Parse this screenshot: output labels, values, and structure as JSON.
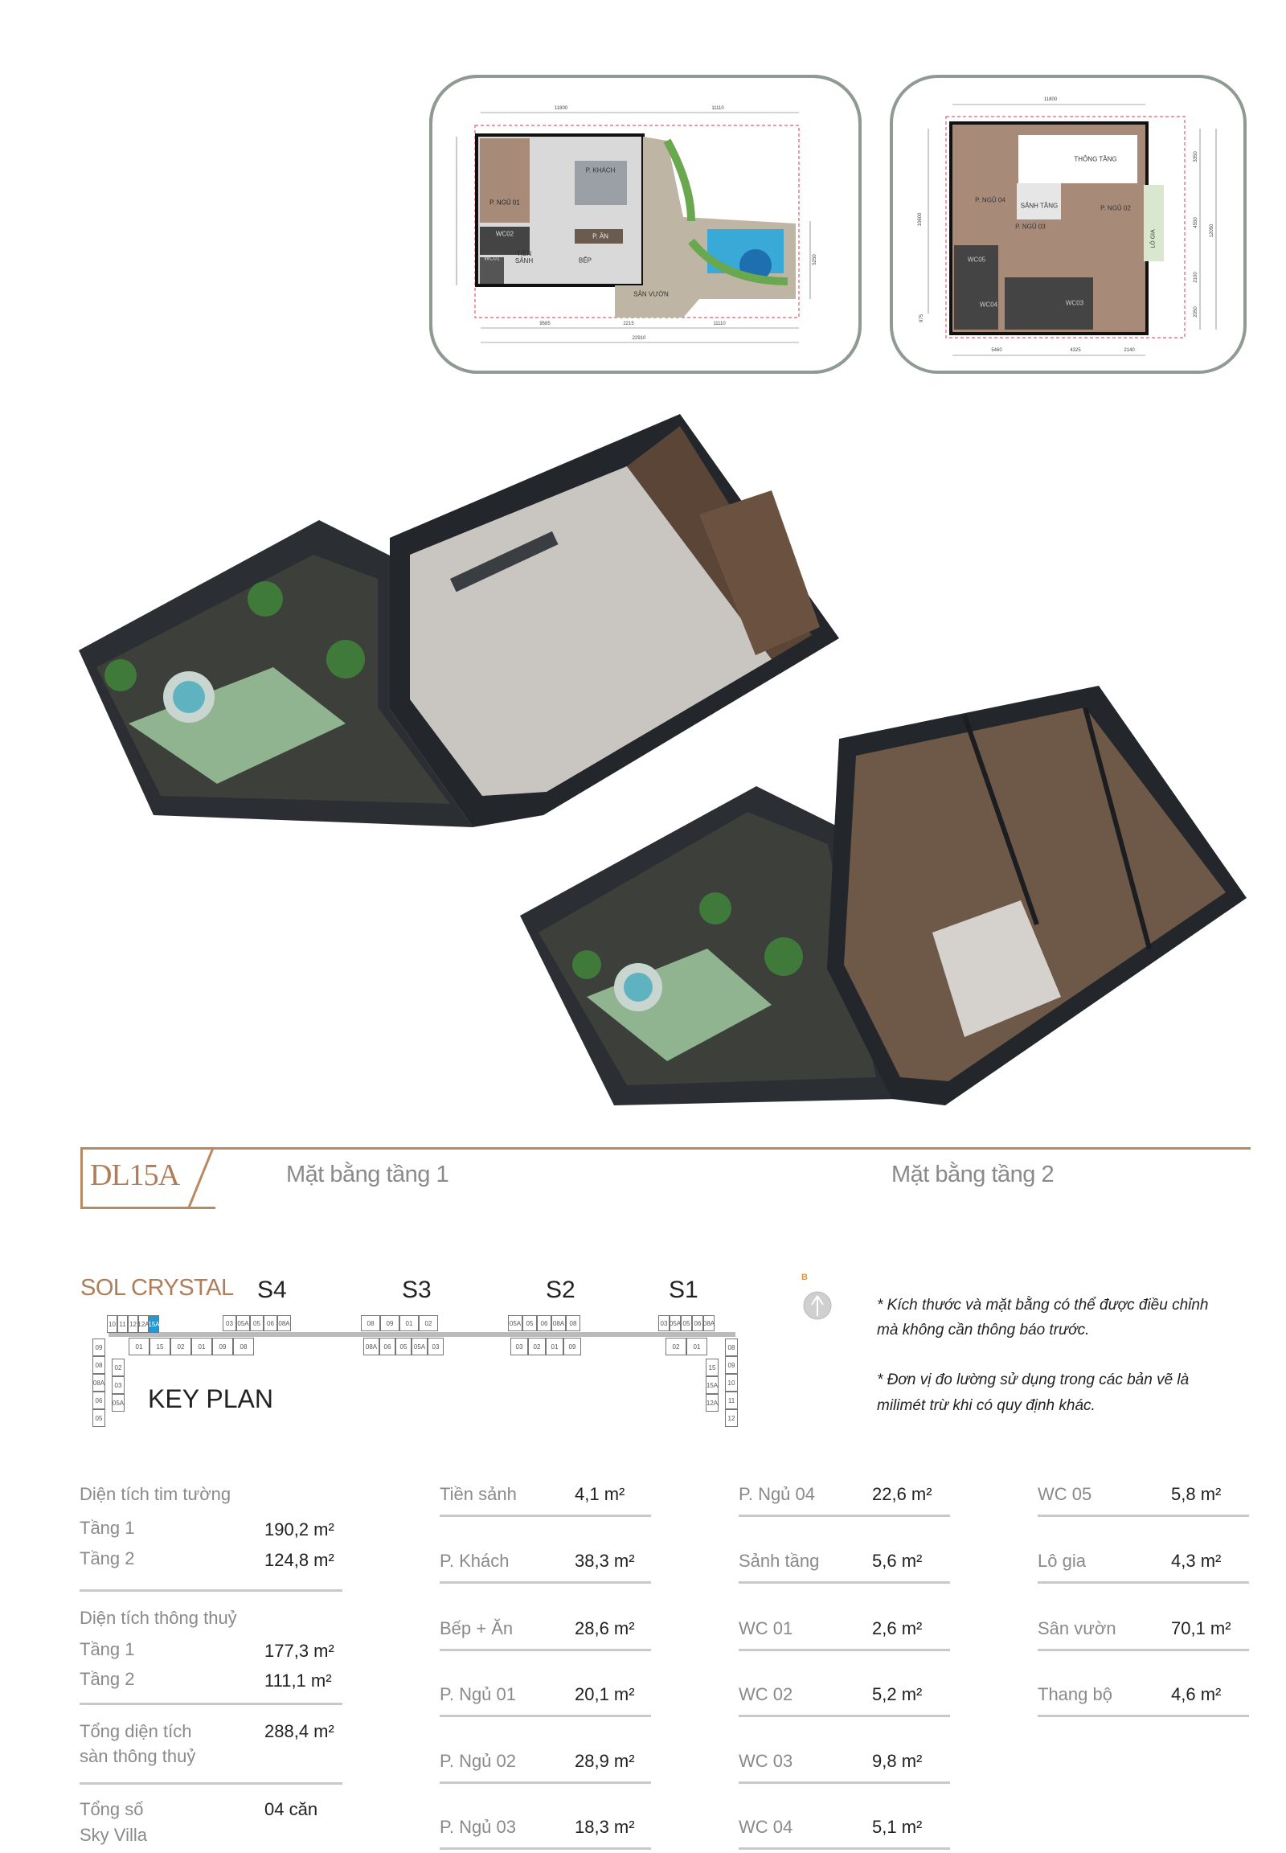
{
  "plan_floor1": {
    "rooms": {
      "living": "P. KHÁCH",
      "bed01": "P. NGỦ 01",
      "wc02": "WC02",
      "wc01": "WC01",
      "foyer": "TIỀN SẢNH",
      "dining": "P. ĂN",
      "kitchen": "BẾP",
      "garden": "SÂN VƯỜN"
    },
    "dims": {
      "top_left": "11800",
      "top_right": "11110",
      "bottom_a": "9585",
      "bottom_b": "2215",
      "bottom_c": "11110",
      "total": "22910",
      "right": "5250"
    }
  },
  "plan_floor2": {
    "rooms": {
      "void": "THÔNG TẦNG",
      "bed04": "P. NGỦ 04",
      "hall": "SẢNH TẦNG",
      "bed02": "P. NGỦ 02",
      "bed03": "P. NGỦ 03",
      "wc05": "WC05",
      "wc04": "WC04",
      "wc03": "WC03",
      "loggia": "LÔ GIA"
    },
    "dims": {
      "top": "11800",
      "bottom_a": "5460",
      "bottom_b": "4325",
      "bottom_c": "2140",
      "left": "10600",
      "left_small": "975",
      "right_a": "3350",
      "right_b": "4550",
      "right_c": "2100",
      "right_d": "2050",
      "right_total": "12050"
    }
  },
  "header": {
    "unit_code": "DL15A",
    "floor1_title": "Mặt bằng tầng 1",
    "floor2_title": "Mặt bằng tầng 2",
    "accent_color": "#b07d57"
  },
  "keyplan": {
    "brand": "SOL CRYSTAL",
    "title": "KEY PLAN",
    "sections": [
      "S4",
      "S3",
      "S2",
      "S1"
    ],
    "compass_label": "B",
    "highlight_unit": "15A",
    "highlight_color": "#1f9ad6",
    "left_wing_top": [
      "10",
      "11",
      "12",
      "12A",
      "15A"
    ],
    "s4_top": [
      "03",
      "05A",
      "05",
      "06",
      "08A"
    ],
    "s4_bottom": [
      "01",
      "15",
      "02",
      "01",
      "09",
      "08"
    ],
    "s3_top": [
      "08",
      "09",
      "01",
      "02"
    ],
    "s3_bottom": [
      "08A",
      "06",
      "05",
      "05A",
      "03"
    ],
    "s2_top": [
      "05A",
      "05",
      "06",
      "08A",
      "08"
    ],
    "s2_bottom": [
      "03",
      "02",
      "01",
      "09"
    ],
    "s1_top": [
      "03",
      "05A",
      "05",
      "06",
      "08A"
    ],
    "s1_bottom": [
      "02",
      "01"
    ],
    "left_col_outer": [
      "09",
      "08",
      "08A",
      "06",
      "05"
    ],
    "left_col_inner": [
      "02",
      "03",
      "05A"
    ],
    "right_col_outer": [
      "08",
      "09",
      "10",
      "11",
      "12"
    ],
    "right_col_inner": [
      "15",
      "15A",
      "12A"
    ]
  },
  "notes": [
    "* Kích thước và mặt bằng có thể được điều chỉnh",
    "mà không cần thông báo trước.",
    "* Đơn vị đo lường sử dụng trong các bản vẽ là",
    "milimét trừ khi có quy định khác."
  ],
  "summary": {
    "wall_area_title": "Diện tích tim tường",
    "wall_area": [
      {
        "label": "Tầng 1",
        "value": "190,2 m²"
      },
      {
        "label": "Tầng 2",
        "value": "124,8 m²"
      }
    ],
    "net_area_title": "Diện tích thông thuỷ",
    "net_area": [
      {
        "label": "Tầng 1",
        "value": "177,3 m²"
      },
      {
        "label": "Tầng 2",
        "value": "111,1 m²"
      }
    ],
    "total_net_label_1": "Tổng diện tích",
    "total_net_label_2": "sàn thông thuỷ",
    "total_net_value": "288,4 m²",
    "count_label_1": "Tổng số",
    "count_label_2": "Sky Villa",
    "count_value": "04 căn"
  },
  "rooms": [
    [
      {
        "label": "Tiền sảnh",
        "value": "4,1 m²"
      },
      {
        "label": "P. Khách",
        "value": "38,3 m²"
      },
      {
        "label": "Bếp + Ăn",
        "value": "28,6 m²"
      },
      {
        "label": "P. Ngủ 01",
        "value": "20,1 m²"
      },
      {
        "label": "P. Ngủ 02",
        "value": "28,9 m²"
      },
      {
        "label": "P. Ngủ 03",
        "value": "18,3 m²"
      }
    ],
    [
      {
        "label": "P. Ngủ 04",
        "value": "22,6 m²"
      },
      {
        "label": "Sảnh tầng",
        "value": "5,6 m²"
      },
      {
        "label": "WC 01",
        "value": "2,6 m²"
      },
      {
        "label": "WC 02",
        "value": "5,2 m²"
      },
      {
        "label": "WC 03",
        "value": "9,8 m²"
      },
      {
        "label": "WC 04",
        "value": "5,1 m²"
      }
    ],
    [
      {
        "label": "WC 05",
        "value": "5,8 m²"
      },
      {
        "label": "Lô gia",
        "value": "4,3 m²"
      },
      {
        "label": "Sân vườn",
        "value": "70,1 m²"
      },
      {
        "label": "Thang bộ",
        "value": "4,6 m²"
      }
    ]
  ]
}
